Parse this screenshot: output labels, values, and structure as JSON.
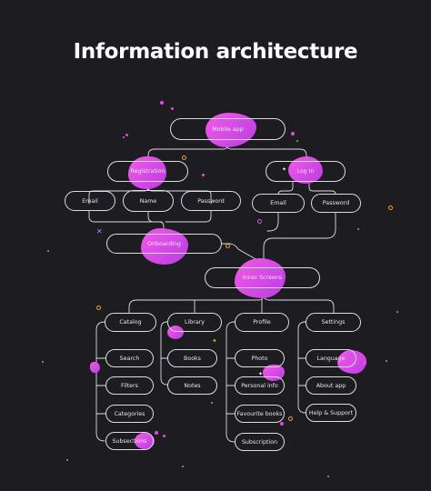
{
  "title": "Information architecture",
  "colors": {
    "background": "#1d1c21",
    "accent": "#e34be0",
    "line": "#dcdce2",
    "text": "#ffffff"
  },
  "nodes": {
    "mobile_app": "Mobile app",
    "registration": "Registration",
    "log_in": "Log In",
    "reg_email": "Email",
    "reg_name": "Name",
    "reg_password": "Password",
    "login_email": "Email",
    "login_password": "Password",
    "onboarding": "Onboarding",
    "inner_screens": "Inner Screens",
    "catalog": "Catalog",
    "library": "Library",
    "profile": "Profile",
    "settings": "Settings",
    "search": "Search",
    "filters": "Filters",
    "categories": "Categories",
    "subsections": "Subsections",
    "books": "Books",
    "notes": "Notes",
    "photo": "Photo",
    "personal_info": "Personal info",
    "favourite_books": "Favourite books",
    "subscription": "Subscription",
    "language": "Language",
    "about_app": "About app",
    "help_support": "Help & Support"
  }
}
